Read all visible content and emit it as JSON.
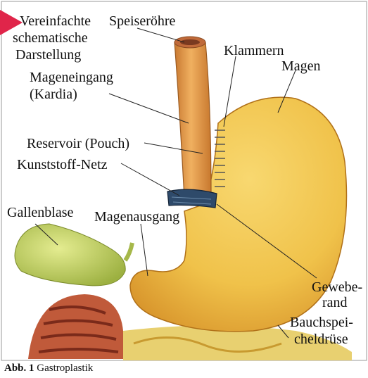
{
  "labels": {
    "vereinfachte": "Vereinfachte",
    "schematische": "schematische",
    "darstellung": "Darstellung",
    "speiseroehre": "Speiseröhre",
    "klammern": "Klammern",
    "magen": "Magen",
    "mageneingang": "Mageneingang",
    "kardia": "(Kardia)",
    "reservoir": "Reservoir (Pouch)",
    "netz": "Kunststoff-Netz",
    "gallenblase": "Gallenblase",
    "magenausgang": "Magenausgang",
    "gewebe_1": "Gewebe-",
    "gewebe_2": "rand",
    "bauch_1": "Bauchspei-",
    "bauch_2": "cheldrüse"
  },
  "caption": {
    "prefix": "Abb. 1",
    "text": "Gastroplastik"
  },
  "colors": {
    "marker": "#e0254a",
    "stomach": "#f0c24a",
    "esophagus": "#e8a050",
    "gallbladder": "#c8d860",
    "band": "#2e4a6a"
  }
}
